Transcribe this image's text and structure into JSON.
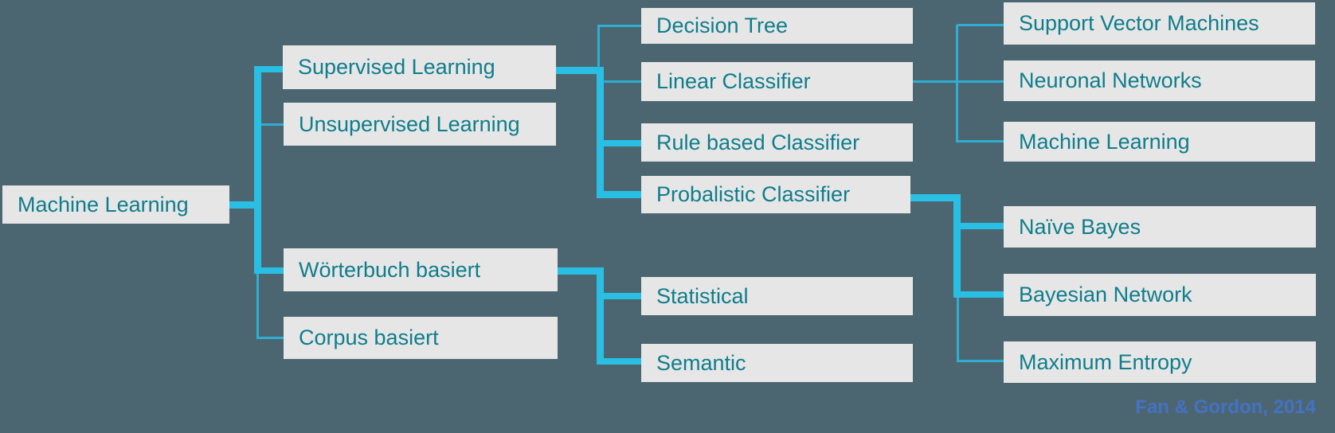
{
  "colors": {
    "background": "#4c6671",
    "box_fill": "#e6e6e6",
    "node_text": "#0f7d8b",
    "connector_thick": "#29bfe4",
    "connector_thin": "#2fadd2",
    "citation_text": "#4472c4"
  },
  "nodes": [
    {
      "id": "machine-learning-root",
      "label": "Machine Learning"
    },
    {
      "id": "supervised-learning",
      "label": "Supervised Learning"
    },
    {
      "id": "unsupervised-learning",
      "label": "Unsupervised Learning"
    },
    {
      "id": "woerterbuch-basiert",
      "label": "Wörterbuch basiert"
    },
    {
      "id": "corpus-basiert",
      "label": "Corpus basiert"
    },
    {
      "id": "decision-tree",
      "label": "Decision Tree"
    },
    {
      "id": "linear-classifier",
      "label": "Linear Classifier"
    },
    {
      "id": "rule-based-classifier",
      "label": "Rule based Classifier"
    },
    {
      "id": "probalistic-classifier",
      "label": "Probalistic Classifier"
    },
    {
      "id": "statistical",
      "label": "Statistical"
    },
    {
      "id": "semantic",
      "label": "Semantic"
    },
    {
      "id": "support-vector-machines",
      "label": "Support Vector Machines"
    },
    {
      "id": "neuronal-networks",
      "label": "Neuronal Networks"
    },
    {
      "id": "machine-learning-leaf",
      "label": "Machine Learning"
    },
    {
      "id": "naive-bayes",
      "label": "Naïve Bayes"
    },
    {
      "id": "bayesian-network",
      "label": "Bayesian Network"
    },
    {
      "id": "maximum-entropy",
      "label": "Maximum Entropy"
    }
  ],
  "hierarchy": {
    "Machine Learning": [
      "Supervised Learning",
      "Unsupervised Learning",
      "Wörterbuch basiert",
      "Corpus basiert"
    ],
    "Supervised Learning": [
      "Decision Tree",
      "Linear Classifier",
      "Rule based Classifier",
      "Probalistic Classifier"
    ],
    "Linear Classifier": [
      "Support Vector Machines",
      "Neuronal Networks",
      "Machine Learning"
    ],
    "Probalistic Classifier": [
      "Naïve Bayes",
      "Bayesian Network",
      "Maximum Entropy"
    ],
    "Wörterbuch basiert": [
      "Statistical",
      "Semantic"
    ]
  },
  "citation": "Fan & Gordon, 2014"
}
